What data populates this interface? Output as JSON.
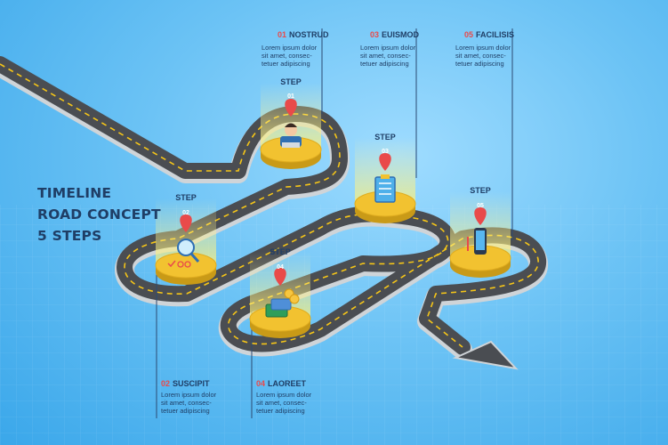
{
  "title": {
    "line1": "TIMELINE",
    "line2": "ROAD CONCEPT",
    "line3": "5 STEPS"
  },
  "steps": [
    {
      "num": "01",
      "name": "NOSTRUD",
      "step_word": "STEP",
      "icon": "businessman-laptop-icon",
      "desc": "Lorem ipsum dolor\nsit amet, consec-\ntetuer adipiscing"
    },
    {
      "num": "02",
      "name": "SUSCIPIT",
      "step_word": "STEP",
      "icon": "magnifier-checklist-icon",
      "desc": "Lorem ipsum dolor\nsit amet, consec-\ntetuer adipiscing"
    },
    {
      "num": "03",
      "name": "EUISMOD",
      "step_word": "STEP",
      "icon": "clipboard-icon",
      "desc": "Lorem ipsum dolor\nsit amet, consec-\ntetuer adipiscing"
    },
    {
      "num": "04",
      "name": "LAOREET",
      "step_word": "STEP",
      "icon": "money-cards-icon",
      "desc": "Lorem ipsum dolor\nsit amet, consec-\ntetuer adipiscing"
    },
    {
      "num": "05",
      "name": "FACILISIS",
      "step_word": "STEP",
      "icon": "smartphone-icon",
      "desc": "Lorem ipsum dolor\nsit amet, consec-\ntetuer adipiscing"
    }
  ],
  "colors": {
    "background": "#6cc3f5",
    "road": "#4a4d52",
    "road_edge": "#d9dde0",
    "lane_mark": "#f5c518",
    "platform": "#f2c230",
    "pin": "#e94a4a",
    "text": "#1f3e66"
  }
}
